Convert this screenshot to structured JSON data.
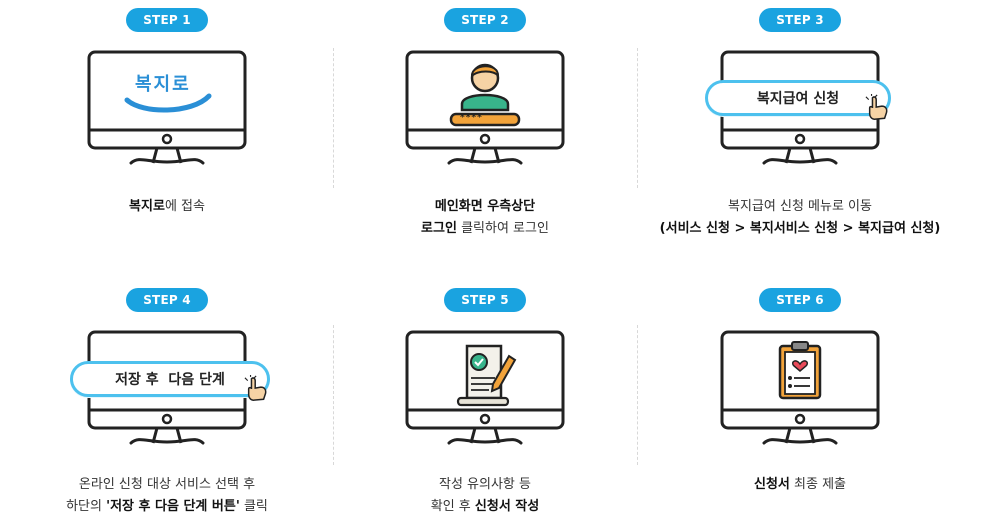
{
  "steps": [
    {
      "badge": "STEP 1",
      "logo_text": "복지로",
      "caption_line1_bold": "복지로",
      "caption_line1_rest": "에 접속",
      "caption_line2": ""
    },
    {
      "badge": "STEP 2",
      "password_mask": "****",
      "caption_line1_bold": "메인화면 우측상단",
      "caption_line2_bold": "로그인",
      "caption_line2_rest": " 클릭하여 로그인"
    },
    {
      "badge": "STEP 3",
      "pill_label": "복지급여 신청",
      "caption_line1": "복지급여 신청 메뉴로 이동",
      "caption_line2_bold": "(서비스 신청 > 복지서비스 신청 > 복지급여 신청)"
    },
    {
      "badge": "STEP 4",
      "pill_label": "저장 후  다음 단계",
      "caption_line1": "온라인 신청 대상 서비스 선택 후",
      "caption_line2_pre": "하단의 ",
      "caption_line2_bold": "'저장 후 다음 단계 버튼'",
      "caption_line2_rest": " 클릭"
    },
    {
      "badge": "STEP 5",
      "caption_line1": "작성 유의사항 등",
      "caption_line2_pre": "확인 후 ",
      "caption_line2_bold": "신청서 작성"
    },
    {
      "badge": "STEP 6",
      "caption_line1_bold": "신청서",
      "caption_line1_rest": " 최종 제출"
    }
  ],
  "colors": {
    "badge": "#1aa3e0",
    "pill_border": "#4dc1ee",
    "monitor_stroke": "#222222",
    "accent_blue": "#2a8fd6",
    "accent_orange": "#f2a33a",
    "accent_green": "#38b48b"
  }
}
